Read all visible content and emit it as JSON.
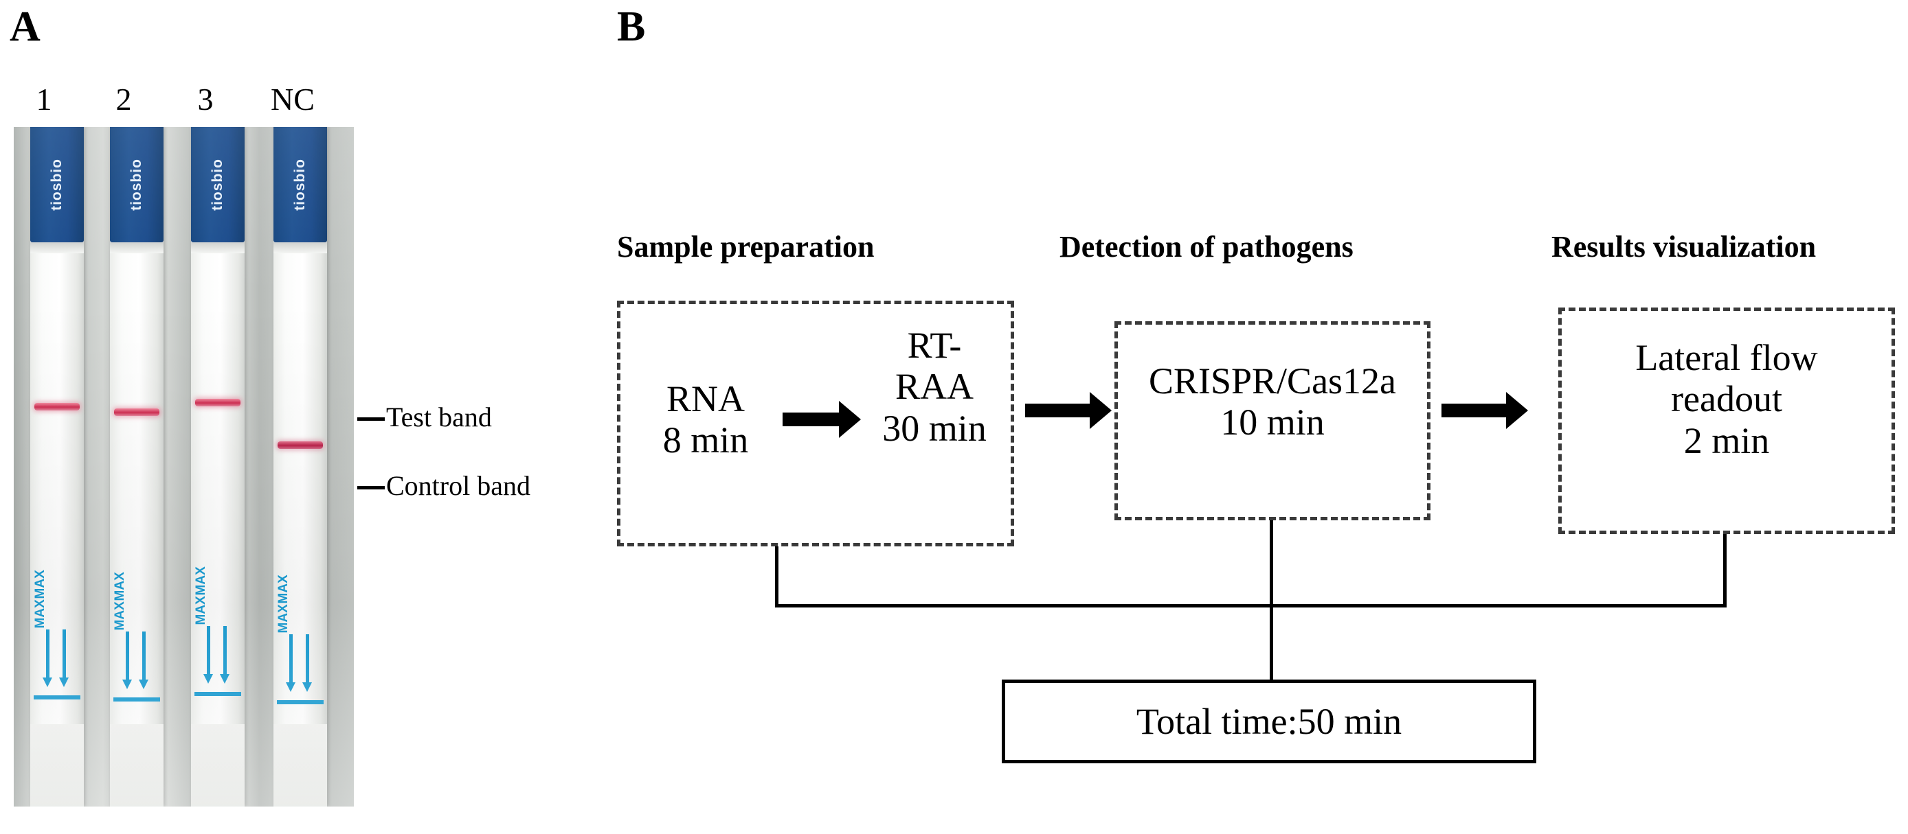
{
  "figure": {
    "panel_a_letter": "A",
    "panel_b_letter": "B"
  },
  "panel_a": {
    "strip_labels": [
      "1",
      "2",
      "3",
      "NC"
    ],
    "strip_brand": "tiosbio",
    "max_marking": "MAX",
    "annotations": {
      "test_band": "Test band",
      "control_band": "Control band"
    },
    "strips": [
      {
        "label": "1",
        "test_band": true,
        "control_band": false
      },
      {
        "label": "2",
        "test_band": true,
        "control_band": false
      },
      {
        "label": "3",
        "test_band": true,
        "control_band": false
      },
      {
        "label": "NC",
        "test_band": false,
        "control_band": true
      }
    ],
    "colors": {
      "cap_blue": "#17488a",
      "band_red": "#cf2f52",
      "max_cyan": "#1b9ed4"
    }
  },
  "panel_b": {
    "section_titles": [
      "Sample preparation",
      "Detection of pathogens",
      "Results visualization"
    ],
    "steps": {
      "rna": "RNA\n8 min",
      "rtraa": "RT-\nRAA\n30 min",
      "crispr": "CRISPR/Cas12a\n10 min",
      "lateral_flow": "Lateral flow\nreadout\n2 min"
    },
    "total_time": "Total time:50 min",
    "timings": {
      "rna_min": 8,
      "rt_raa_min": 30,
      "crispr_cas12a_min": 10,
      "lateral_flow_min": 2,
      "total_min": 50
    }
  }
}
